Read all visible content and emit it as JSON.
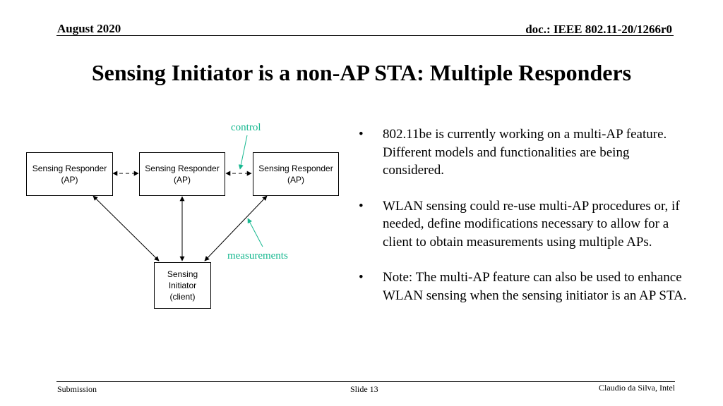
{
  "header": {
    "date": "August 2020",
    "doc_id": "doc.: IEEE 802.11-20/1266r0"
  },
  "title": "Sensing Initiator is a non-AP STA: Multiple Responders",
  "diagram": {
    "responders": [
      {
        "label": "Sensing Responder\n(AP)"
      },
      {
        "label": "Sensing Responder\n(AP)"
      },
      {
        "label": "Sensing Responder\n(AP)"
      }
    ],
    "initiator": {
      "label": "Sensing\nInitiator\n(client)"
    },
    "annotations": {
      "control": "control",
      "measurements": "measurements"
    },
    "annotation_color": "#17b890"
  },
  "bullets": [
    "802.11be is currently working on a multi-AP feature.  Different models and functionalities are being considered.",
    "WLAN sensing could re-use multi-AP procedures or, if needed, define modifications necessary to allow for a client to obtain measurements using multiple APs.",
    "Note:  The multi-AP feature can also be used to enhance WLAN sensing when the sensing initiator is an AP STA."
  ],
  "footer": {
    "left": "Submission",
    "center": "Slide 13",
    "right": "Claudio da Silva, Intel"
  }
}
